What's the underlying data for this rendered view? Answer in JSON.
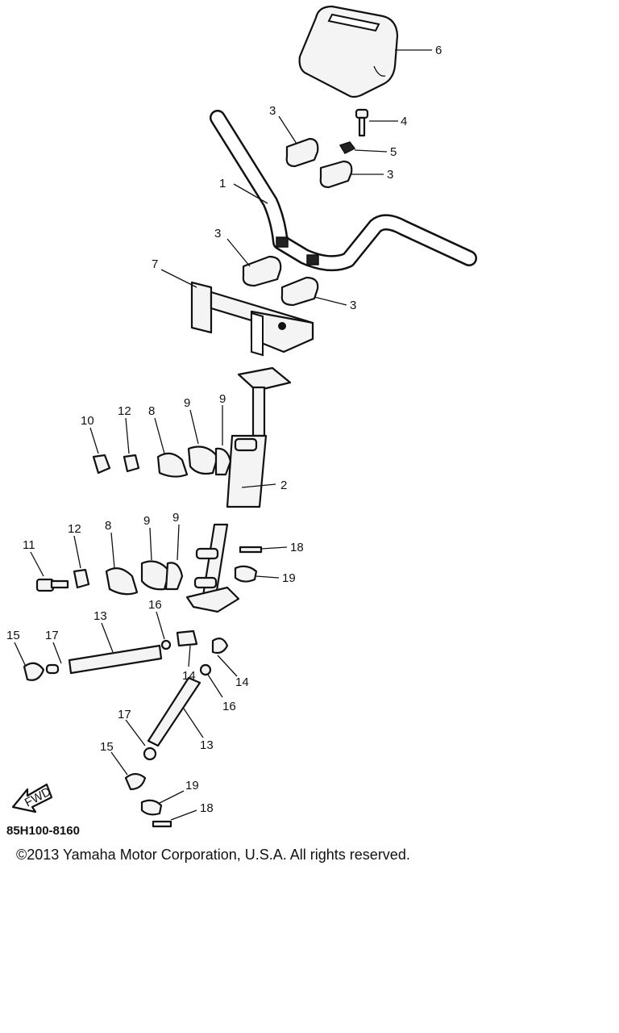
{
  "diagram": {
    "part_code": "85H100-8160",
    "fwd_label": "FWD",
    "callouts": [
      {
        "id": "c6",
        "label": "6"
      },
      {
        "id": "c4",
        "label": "4"
      },
      {
        "id": "c5",
        "label": "5"
      },
      {
        "id": "c3a",
        "label": "3"
      },
      {
        "id": "c3b",
        "label": "3"
      },
      {
        "id": "c1",
        "label": "1"
      },
      {
        "id": "c3c",
        "label": "3"
      },
      {
        "id": "c7",
        "label": "7"
      },
      {
        "id": "c3d",
        "label": "3"
      },
      {
        "id": "c10",
        "label": "10"
      },
      {
        "id": "c12a",
        "label": "12"
      },
      {
        "id": "c8a",
        "label": "8"
      },
      {
        "id": "c9a",
        "label": "9"
      },
      {
        "id": "c9b",
        "label": "9"
      },
      {
        "id": "c2",
        "label": "2"
      },
      {
        "id": "c11",
        "label": "11"
      },
      {
        "id": "c12b",
        "label": "12"
      },
      {
        "id": "c8b",
        "label": "8"
      },
      {
        "id": "c9c",
        "label": "9"
      },
      {
        "id": "c9d",
        "label": "9"
      },
      {
        "id": "c18a",
        "label": "18"
      },
      {
        "id": "c19a",
        "label": "19"
      },
      {
        "id": "c13a",
        "label": "13"
      },
      {
        "id": "c16a",
        "label": "16"
      },
      {
        "id": "c15a",
        "label": "15"
      },
      {
        "id": "c17a",
        "label": "17"
      },
      {
        "id": "c14a",
        "label": "14"
      },
      {
        "id": "c14b",
        "label": "14"
      },
      {
        "id": "c16b",
        "label": "16"
      },
      {
        "id": "c13b",
        "label": "13"
      },
      {
        "id": "c17b",
        "label": "17"
      },
      {
        "id": "c15b",
        "label": "15"
      },
      {
        "id": "c19b",
        "label": "19"
      },
      {
        "id": "c18b",
        "label": "18"
      }
    ]
  },
  "copyright": "©2013 Yamaha Motor Corporation, U.S.A. All rights reserved."
}
